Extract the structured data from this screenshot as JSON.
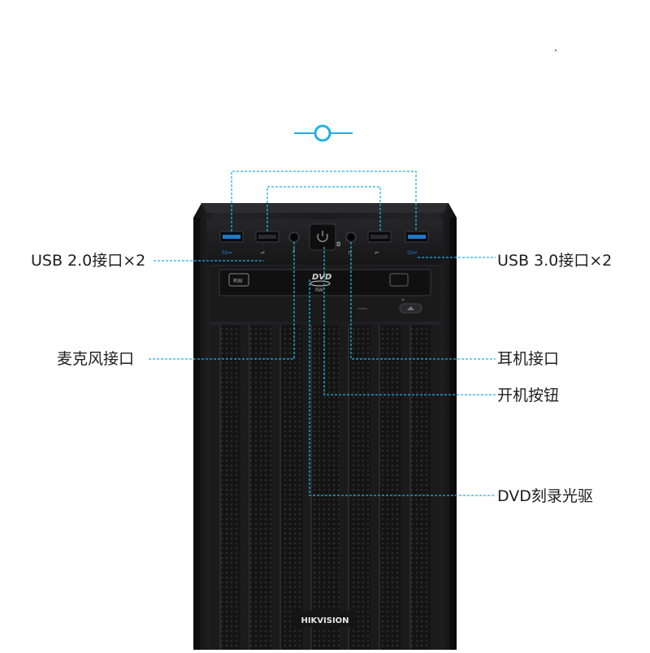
{
  "accent_color": "#1fb1e6",
  "case_color": "#1b1b1c",
  "labels": {
    "usb2": "USB 2.0接口×2",
    "usb3": "USB 3.0接口×2",
    "mic": "麦克风接口",
    "headphone": "耳机接口",
    "power": "开机按钮",
    "dvd": "DVD刻录光驱"
  },
  "drive": {
    "rw_badge": "RW",
    "dvd_logo": "DVD",
    "dvd_sub": "RW"
  },
  "brand": "HIKVISION",
  "icons": [
    "ss-usb-icon",
    "usb-icon",
    "microphone-icon",
    "power-icon",
    "headphone-icon",
    "eject-icon"
  ]
}
